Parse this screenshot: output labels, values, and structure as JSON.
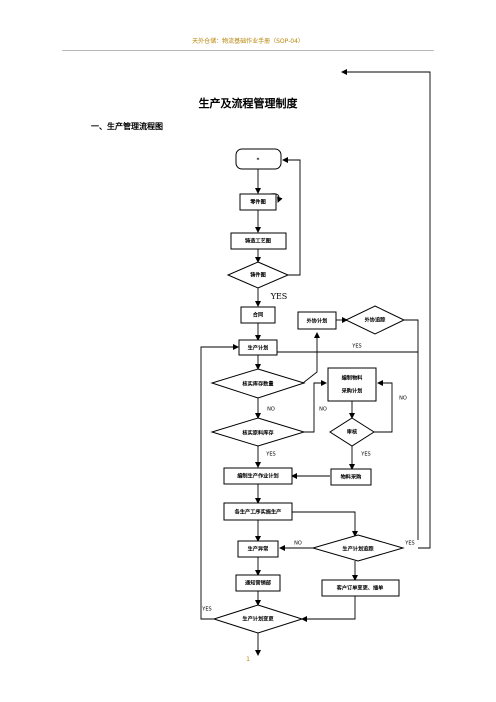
{
  "header": {
    "text": "天外仓储：物流基础作业手册（SOP-04）"
  },
  "document": {
    "title": "生产及流程管理制度",
    "section": "一、生产管理流程图",
    "page_number": "1"
  },
  "flowchart": {
    "nodes": {
      "start": "*",
      "part_drawing": "零件图",
      "casting_drawing": "铸造工艺图",
      "forging_drawing": "铸件图",
      "contract": "合同",
      "outsource_plan": "外协计划",
      "outsource_track": "外协追踪",
      "production_plan": "生产计划",
      "verify_stock": "核实库存数量",
      "material_plan": "编制物料\n采购计划",
      "verify_raw": "核实原料库存",
      "review": "审核",
      "material_purchase": "物料采购",
      "schedule": "编制生产作业计划",
      "execute": "各生产工序实施生产",
      "abnormal": "生产异常",
      "plan_track": "生产计划追踪",
      "notify_sales": "通知营销部",
      "order_change": "客户订单变更、插单",
      "plan_change": "生产计划变更"
    },
    "edges": {
      "yes_big": "YES",
      "yes": "YES",
      "no": "NO"
    }
  }
}
